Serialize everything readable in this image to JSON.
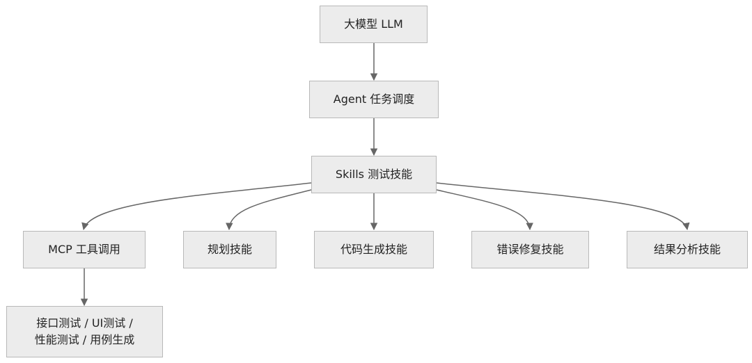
{
  "diagram": {
    "edge_color": "#666666",
    "node_fill": "#ececec",
    "node_border": "#b8b8b8",
    "nodes": {
      "llm": "大模型 LLM",
      "agent": "Agent 任务调度",
      "skills": "Skills 测试技能",
      "mcp": "MCP 工具调用",
      "plan": "规划技能",
      "codegen": "代码生成技能",
      "fix": "错误修复技能",
      "analysis": "结果分析技能",
      "tests": "接口测试 / UI测试 /\n性能测试 / 用例生成"
    }
  }
}
